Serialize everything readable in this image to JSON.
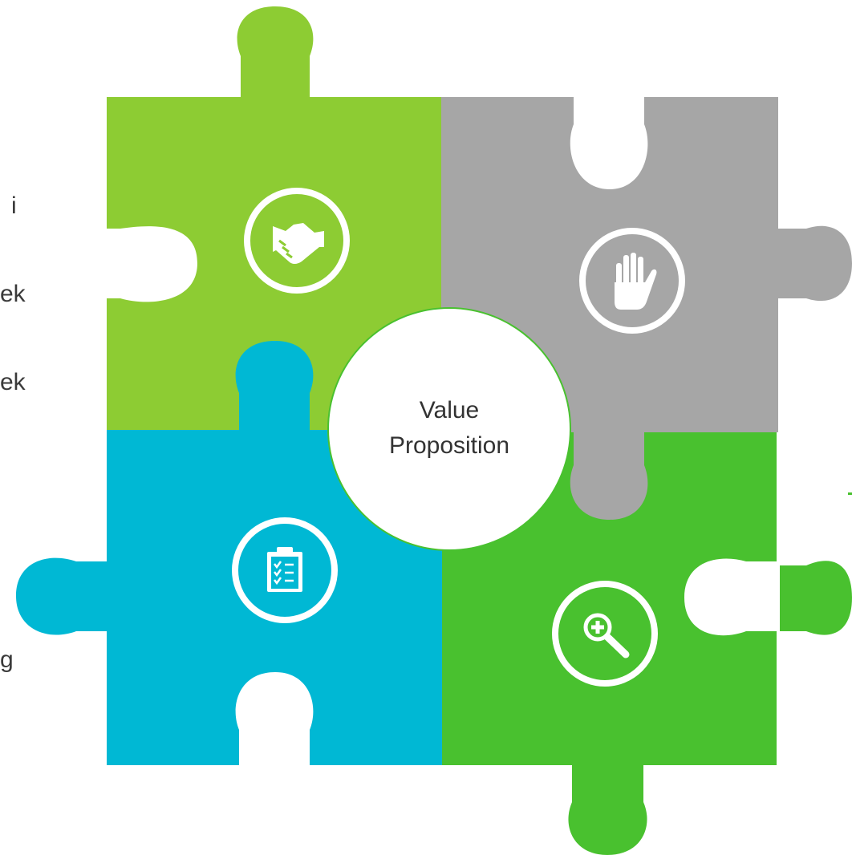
{
  "colors": {
    "green_light": "#8dcc33",
    "gray": "#a6a6a6",
    "blue": "#00b8d4",
    "green": "#49c12f",
    "center_ring": "#49c12f",
    "icon": "#ffffff"
  },
  "center": {
    "line1": "Value",
    "line2": "Proposition"
  },
  "left_clipped_text": [
    "i",
    "ek",
    "ek",
    "g"
  ],
  "pieces": [
    {
      "name": "top-left",
      "color": "green_light",
      "icon": "handshake-icon"
    },
    {
      "name": "top-right",
      "color": "gray",
      "icon": "stop-hand-icon"
    },
    {
      "name": "bottom-left",
      "color": "blue",
      "icon": "clipboard-checklist-icon"
    },
    {
      "name": "bottom-right",
      "color": "green",
      "icon": "magnifier-plus-icon"
    }
  ]
}
